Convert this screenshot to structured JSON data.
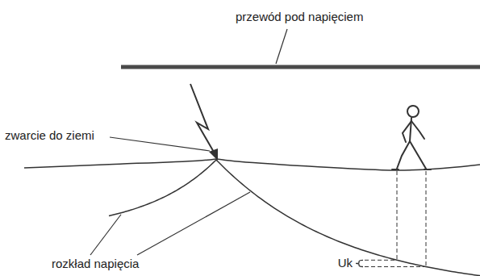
{
  "diagram": {
    "labels": [
      "przewód pod napięciem",
      "zwarcie do ziemi",
      "rozkład napięcia",
      "Uk"
    ]
  }
}
